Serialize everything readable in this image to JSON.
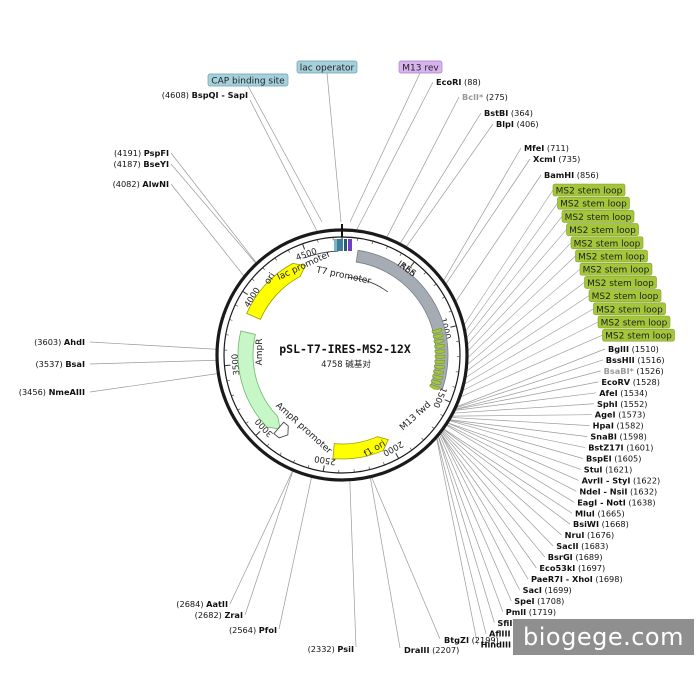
{
  "plasmid": {
    "name": "pSL-T7-IRES-MS2-12X",
    "length_label": "4758 碱基对"
  },
  "colors": {
    "ires": "#a6acb4",
    "ori": "#ffff00",
    "ampr": "#c7f7c7",
    "f1ori": "#ffff00",
    "ms2": "#a4c639",
    "cap_box": "#a6d1dc",
    "lac_box": "#a6d1dc",
    "m13rev_box": "#d9b3f0",
    "m13fwd": "#9a3fd8"
  },
  "ticks": [
    "500",
    "1000",
    "1500",
    "2000",
    "2500",
    "3000",
    "3500",
    "4000",
    "4500"
  ],
  "features": [
    {
      "label": "IRES"
    },
    {
      "label": "ori"
    },
    {
      "label": "AmpR"
    },
    {
      "label": "f1 ori"
    },
    {
      "label": "T7 promoter"
    },
    {
      "label": "lac promoter"
    },
    {
      "label": "AmpR promoter"
    },
    {
      "label": "M13 fwd"
    }
  ],
  "top_boxes": [
    {
      "label": "CAP binding site"
    },
    {
      "label": "lac operator"
    },
    {
      "label": "M13 rev"
    }
  ],
  "ms2_label": "MS2 stem loop",
  "ms2_count": 12,
  "left_sites": [
    {
      "name": "BspQI - SapI",
      "pos": "(4608)"
    },
    {
      "name": "PspFI",
      "pos": "(4191)"
    },
    {
      "name": "BseYI",
      "pos": "(4187)"
    },
    {
      "name": "AlwNI",
      "pos": "(4082)"
    },
    {
      "name": "AhdI",
      "pos": "(3603)"
    },
    {
      "name": "BsaI",
      "pos": "(3537)"
    },
    {
      "name": "NmeAIII",
      "pos": "(3456)"
    }
  ],
  "bottom_left_sites": [
    {
      "name": "AatII",
      "pos": "(2684)"
    },
    {
      "name": "ZraI",
      "pos": "(2682)"
    },
    {
      "name": "PfoI",
      "pos": "(2564)"
    },
    {
      "name": "PsiI",
      "pos": "(2332)"
    },
    {
      "name": "BtgZI",
      "pos": "(2199)"
    },
    {
      "name": "DraIII",
      "pos": "(2207)"
    }
  ],
  "top_right_sites": [
    {
      "name": "EcoRI",
      "pos": "(88)",
      "gray": false
    },
    {
      "name": "BclI*",
      "pos": "(275)",
      "gray": true
    },
    {
      "name": "BstBI",
      "pos": "(364)",
      "gray": false
    },
    {
      "name": "BlpI",
      "pos": "(406)",
      "gray": false
    },
    {
      "name": "MfeI",
      "pos": "(711)",
      "gray": false
    },
    {
      "name": "XcmI",
      "pos": "(735)",
      "gray": false
    },
    {
      "name": "BamHI",
      "pos": "(856)",
      "gray": false
    }
  ],
  "right_sites": [
    {
      "name": "BglII",
      "pos": "(1510)",
      "gray": false
    },
    {
      "name": "BssHII",
      "pos": "(1516)",
      "gray": false
    },
    {
      "name": "BsaBI*",
      "pos": "(1526)",
      "gray": true
    },
    {
      "name": "EcoRV",
      "pos": "(1528)",
      "gray": false
    },
    {
      "name": "AfeI",
      "pos": "(1534)",
      "gray": false
    },
    {
      "name": "SphI",
      "pos": "(1552)",
      "gray": false
    },
    {
      "name": "AgeI",
      "pos": "(1573)",
      "gray": false
    },
    {
      "name": "HpaI",
      "pos": "(1582)",
      "gray": false
    },
    {
      "name": "SnaBI",
      "pos": "(1598)",
      "gray": false
    },
    {
      "name": "BstZ17I",
      "pos": "(1601)",
      "gray": false
    },
    {
      "name": "BspEI",
      "pos": "(1605)",
      "gray": false
    },
    {
      "name": "StuI",
      "pos": "(1621)",
      "gray": false
    },
    {
      "name": "AvrII - StyI",
      "pos": "(1622)",
      "gray": false
    },
    {
      "name": "NdeI - NsiI",
      "pos": "(1632)",
      "gray": false
    },
    {
      "name": "EagI - NotI",
      "pos": "(1638)",
      "gray": false
    },
    {
      "name": "MluI",
      "pos": "(1665)",
      "gray": false
    },
    {
      "name": "BsiWI",
      "pos": "(1668)",
      "gray": false
    },
    {
      "name": "NruI",
      "pos": "(1676)",
      "gray": false
    },
    {
      "name": "SacII",
      "pos": "(1683)",
      "gray": false
    },
    {
      "name": "BsrGI",
      "pos": "(1689)",
      "gray": false
    },
    {
      "name": "Eco53kI",
      "pos": "(1697)",
      "gray": false
    },
    {
      "name": "PaeR7I - XhoI",
      "pos": "(1698)",
      "gray": false
    },
    {
      "name": "SacI",
      "pos": "(1699)",
      "gray": false
    },
    {
      "name": "SpeI",
      "pos": "(1708)",
      "gray": false
    },
    {
      "name": "PmlI",
      "pos": "(1719)",
      "gray": false
    },
    {
      "name": "SfiI",
      "pos": "(1721)",
      "gray": false
    },
    {
      "name": "AflIII",
      "pos": "(1733)",
      "gray": false
    },
    {
      "name": "HindIII",
      "pos": "(1736)",
      "gray": false
    }
  ],
  "watermark": "biogege.com"
}
